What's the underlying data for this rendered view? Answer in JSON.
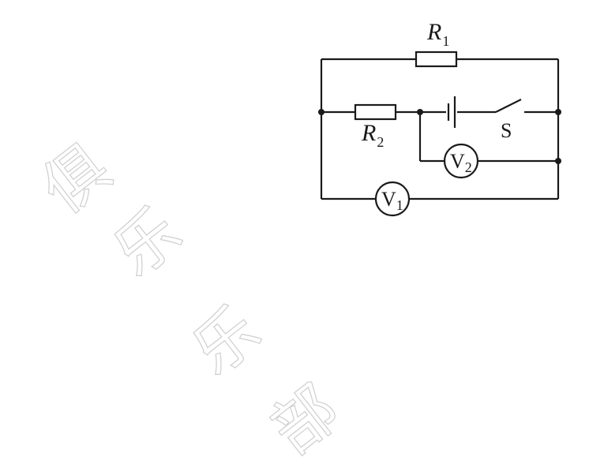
{
  "watermark": {
    "chars": [
      "俱",
      "乐",
      "乐",
      "部"
    ],
    "color": "#cfcfcf"
  },
  "circuit": {
    "R1": {
      "letter": "R",
      "sub": "1"
    },
    "R2": {
      "letter": "R",
      "sub": "2"
    },
    "V1": {
      "letter": "V",
      "sub": "1"
    },
    "V2": {
      "letter": "V",
      "sub": "2"
    },
    "switch_label": "S",
    "battery": "battery-symbol"
  }
}
